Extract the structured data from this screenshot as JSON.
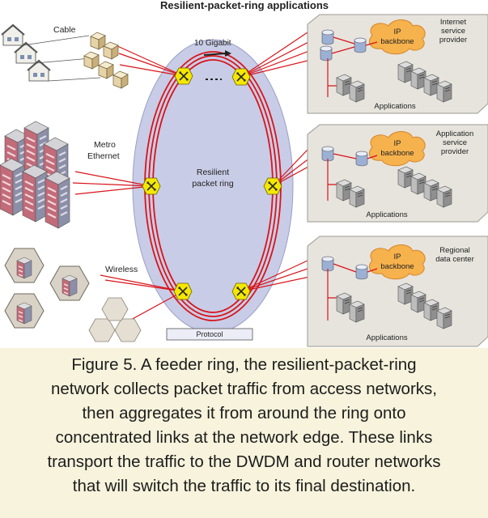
{
  "title": "Resilient-packet-ring applications",
  "labels": {
    "cable": "Cable",
    "metro_ethernet_1": "Metro",
    "metro_ethernet_2": "Ethernet",
    "wireless": "Wireless",
    "gigabit": "10 Gigabit",
    "ring_1": "Resilient",
    "ring_2": "packet ring",
    "protocol": "Protocol"
  },
  "providers": [
    {
      "name_1": "Internet",
      "name_2": "service",
      "name_3": "provider",
      "backbone_1": "IP",
      "backbone_2": "backbone",
      "apps": "Applications"
    },
    {
      "name_1": "Application",
      "name_2": "service",
      "name_3": "provider",
      "backbone_1": "IP",
      "backbone_2": "backbone",
      "apps": "Applications"
    },
    {
      "name_1": "Regional",
      "name_2": "data center",
      "name_3": "",
      "backbone_1": "IP",
      "backbone_2": "backbone",
      "apps": "Applications"
    }
  ],
  "caption": [
    "Figure 5. A feeder ring, the resilient-packet-ring",
    "network collects packet traffic from access networks,",
    "then aggregates it from around the ring onto",
    "concentrated links at the network edge. These links",
    "transport the traffic to the DWDM and router networks",
    "that will switch the traffic to its final destination."
  ],
  "colors": {
    "ring_fill": "#c9cce6",
    "ring_line": "#d8141a",
    "node_fill": "#f4e800",
    "panel_fill": "#e7e4dd",
    "backbone_fill": "#f6b24d",
    "caption_bg": "#f7f3dc"
  }
}
